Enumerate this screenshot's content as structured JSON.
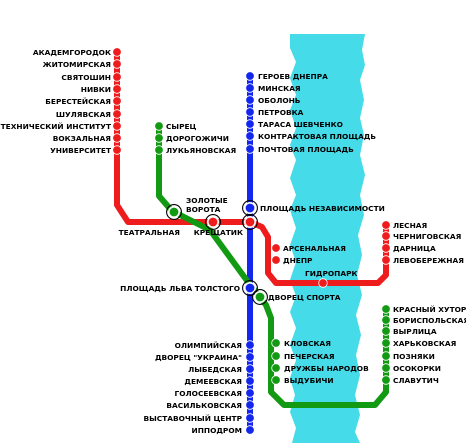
{
  "colors": {
    "red_line": "#ee1c1c",
    "blue_line": "#1226ee",
    "green_line": "#139a13",
    "river": "#45dbe8",
    "station_outline": "#ffffff"
  },
  "red_line": {
    "stations": [
      "АКАДЕМГОРОДОК",
      "ЖИТОМИРСКАЯ",
      "СВЯТОШИН",
      "НИВКИ",
      "БЕРЕСТЕЙСКАЯ",
      "ШУЛЯВСКАЯ",
      "ПОЛИТЕХНИЧЕСКИЙ ИНСТИТУТ",
      "ВОКЗАЛЬНАЯ",
      "УНИВЕРСИТЕТ",
      "ТЕАТРАЛЬНАЯ",
      "КРЕЩАТИК",
      "АРСЕНАЛЬНАЯ",
      "ДНЕПР",
      "ГИДРОПАРК",
      "ЛЕВОБЕРЕЖНАЯ",
      "ДАРНИЦА",
      "ЧЕРНИГОВСКАЯ",
      "ЛЕСНАЯ"
    ]
  },
  "blue_line": {
    "stations": [
      "ГЕРОЕВ ДНЕПРА",
      "МИНСКАЯ",
      "ОБОЛОНЬ",
      "ПЕТРОВКА",
      "ТАРАСА ШЕВЧЕНКО",
      "КОНТРАКТОВАЯ ПЛОЩАДЬ",
      "ПОЧТОВАЯ ПЛОЩАДЬ",
      "ПЛОЩАДЬ НЕЗАВИСИМОСТИ",
      "ПЛОЩАДЬ ЛЬВА ТОЛСТОГО",
      "ОЛИМПИЙСКАЯ",
      "ДВОРЕЦ \"УКРАИНА\"",
      "ЛЫБЕДСКАЯ",
      "ДЕМЕЕВСКАЯ",
      "ГОЛОСЕЕВСКАЯ",
      "ВАСИЛЬКОВСКАЯ",
      "ВЫСТАВОЧНЫЙ ЦЕНТР",
      "ИППОДРОМ"
    ]
  },
  "green_line": {
    "stations": [
      "СЫРЕЦ",
      "ДОРОГОЖИЧИ",
      "ЛУКЬЯНОВСКАЯ",
      "ЗОЛОТЫЕ ВОРОТА",
      "ДВОРЕЦ СПОРТА",
      "КЛОВСКАЯ",
      "ПЕЧЕРСКАЯ",
      "ДРУЖБЫ НАРОДОВ",
      "ВЫДУБИЧИ",
      "СЛАВУТИЧ",
      "ОСОКОРКИ",
      "ПОЗНЯКИ",
      "ХАРЬКОВСКАЯ",
      "ВЫРЛИЦА",
      "БОРИСПОЛЬСКАЯ",
      "КРАСНЫЙ ХУТОР"
    ]
  }
}
